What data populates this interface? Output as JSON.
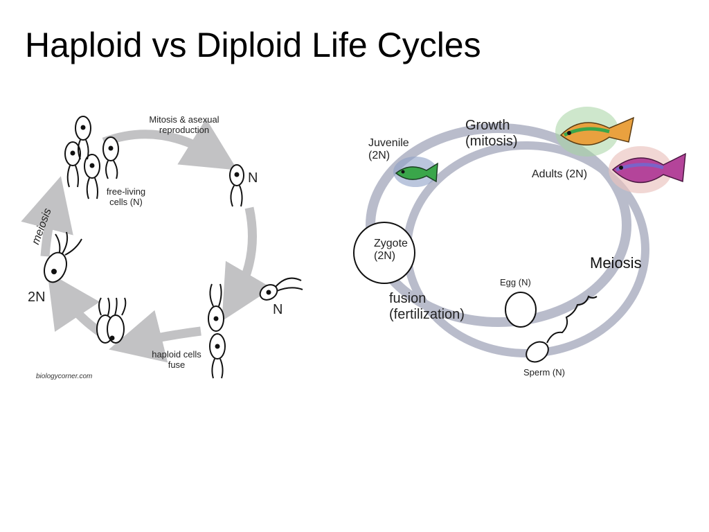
{
  "slide": {
    "title": "Haploid vs Diploid Life Cycles"
  },
  "haploid_cycle": {
    "top_label_line1": "Mitosis & asexual",
    "top_label_line2": "reproduction",
    "free_living_line1": "free-living",
    "free_living_line2": "cells (N)",
    "n_top": "N",
    "n_right": "N",
    "two_n": "2N",
    "meiosis": "meiosis",
    "haploid_fuse_line1": "haploid cells",
    "haploid_fuse_line2": "fuse",
    "credit": "biologycorner.com"
  },
  "diploid_cycle": {
    "growth_line1": "Growth",
    "growth_line2": "(mitosis)",
    "juvenile_line1": "Juvenile",
    "juvenile_line2": "(2N)",
    "adults": "Adults (2N)",
    "zygote_line1": "Zygote",
    "zygote_line2": "(2N)",
    "meiosis": "Meiosis",
    "egg": "Egg (N)",
    "fusion_line1": "fusion",
    "fusion_line2": "(fertilization)",
    "sperm": "Sperm (N)"
  },
  "colors": {
    "arrow_gray": "#c2c2c4",
    "ring_blue_gray": "#b9bccb",
    "cell_outline": "#111111",
    "fish_green": "#3aa64a",
    "fish_magenta": "#b4449a",
    "fish_orange": "#e9a13f"
  }
}
